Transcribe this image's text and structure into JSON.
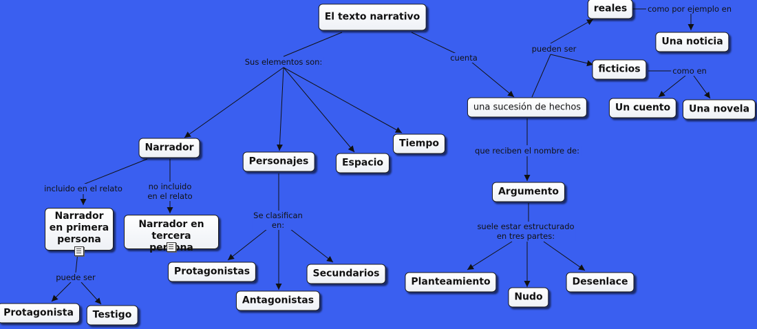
{
  "nodes": {
    "texto": "El texto narrativo",
    "sucesion": "una sucesión de hechos",
    "reales": "reales",
    "noticia": "Una noticia",
    "ficticios": "ficticios",
    "cuento": "Un cuento",
    "novela": "Una novela",
    "narrador": "Narrador",
    "personajes": "Personajes",
    "espacio": "Espacio",
    "tiempo": "Tiempo",
    "primera": "Narrador en primera persona",
    "tercera": "Narrador en tercera persona",
    "protagonistas": "Protagonistas",
    "antagonistas": "Antagonistas",
    "secundarios": "Secundarios",
    "argumento": "Argumento",
    "planteamiento": "Planteamiento",
    "nudo": "Nudo",
    "desenlace": "Desenlace",
    "protagonista": "Protagonista",
    "testigo": "Testigo"
  },
  "links": {
    "elementos": "Sus elementos son:",
    "cuenta": "cuenta",
    "pueden_ser": "pueden ser",
    "ejemplo": "como por ejemplo en",
    "como_en": "como en",
    "reciben": "que reciben el nombre de:",
    "estructurado": "suele estar estructurado\nen tres partes:",
    "incluido": "incluido en el relato",
    "no_incluido": "no incluido\nen el relato",
    "clasifican": "Se clasifican\nen:",
    "puede_ser": "puede ser"
  },
  "colors": {
    "background": "#3a5ff0",
    "node_border": "#1a1a1a",
    "edge": "#111111"
  },
  "icons": [
    "document-icon"
  ]
}
